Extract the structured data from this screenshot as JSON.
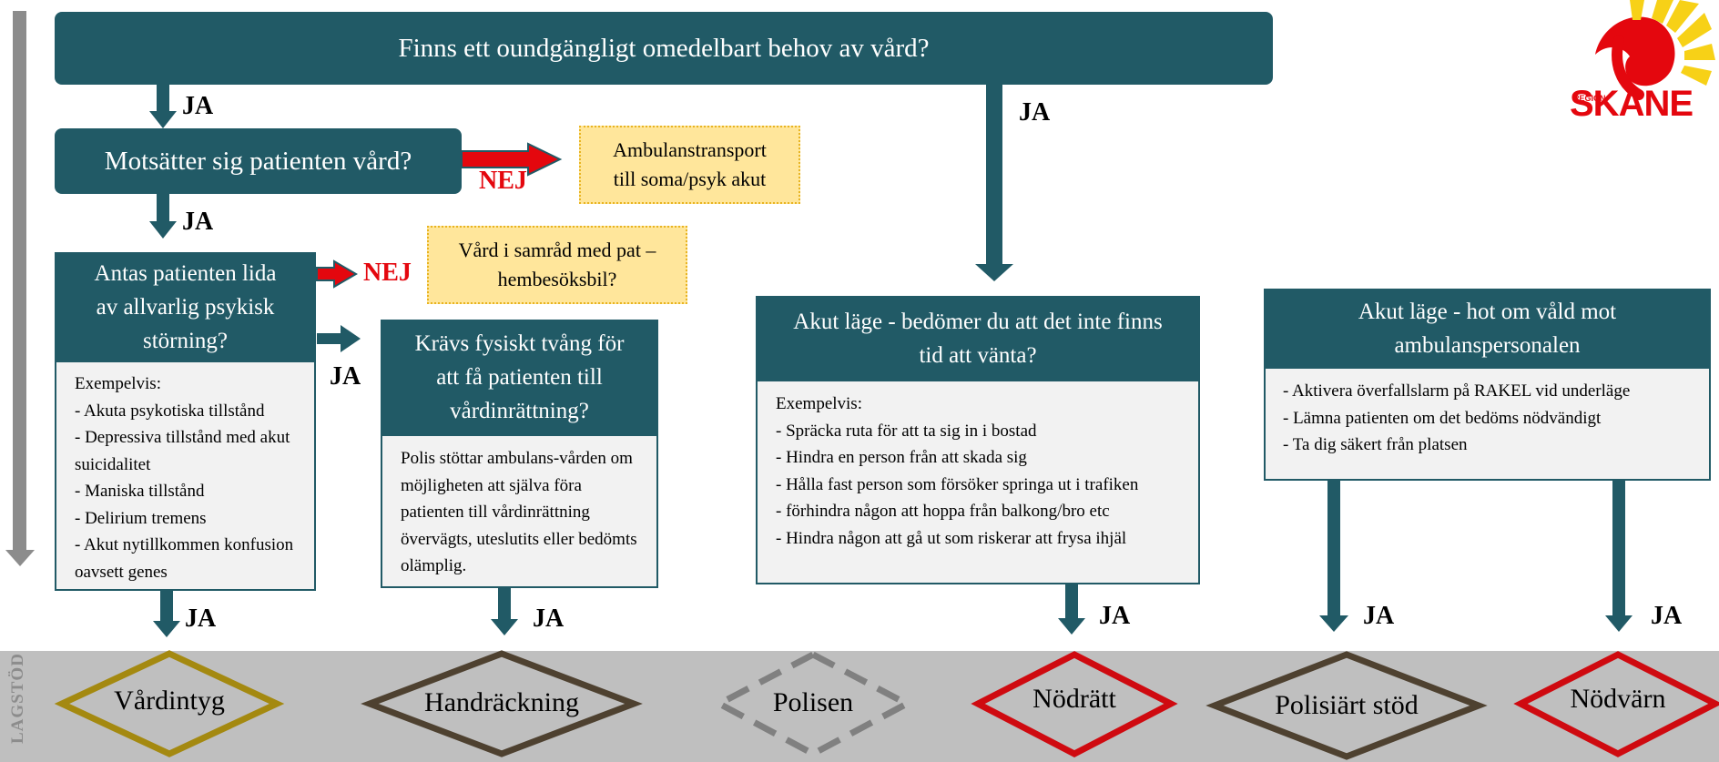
{
  "logo": {
    "small_text": "REGION",
    "big_text": "SKÅNE"
  },
  "side_label": "LAGSTÖD",
  "top_question": "Finns ett oundgängligt omedelbart behov av vård?",
  "q_oppose": "Motsätter sig patienten vård?",
  "box_ambulance": [
    "Ambulanstransport",
    "till soma/psyk akut"
  ],
  "q_psych": [
    "Antas patienten lida",
    "av allvarlig psykisk",
    "störning?"
  ],
  "box_home_visit": [
    "Vård i samråd med pat –",
    "hembesöksbil?"
  ],
  "psych_examples": [
    "Exempelvis:",
    "- Akuta psykotiska tillstånd",
    "- Depressiva tillstånd med akut suicidalitet",
    "-  Maniska tillstånd",
    "- Delirium tremens",
    "- Akut nytillkommen konfusion oavsett genes"
  ],
  "q_force": [
    "Krävs fysiskt tvång för",
    "att få patienten till",
    "vårdinrättning?"
  ],
  "force_text": "Polis stöttar ambulans-vården om möjligheten att själva föra patienten till vårdinrättning övervägts, uteslutits eller bedömts olämplig.",
  "q_acute": [
    "Akut läge - bedömer du att det inte finns",
    "tid att vänta?"
  ],
  "acute_examples": [
    "Exempelvis:",
    "- Spräcka ruta för att ta sig in i bostad",
    "- Hindra en person från att skada sig",
    "- Hålla fast person som försöker springa ut i trafiken",
    "- förhindra någon att hoppa från balkong/bro etc",
    "- Hindra någon att gå ut som riskerar att frysa ihjäl"
  ],
  "q_threat": [
    "Akut läge - hot om våld mot",
    "ambulanspersonalen"
  ],
  "threat_items": [
    "- Aktivera överfallslarm på RAKEL vid underläge",
    "- Lämna patienten om det bedöms nödvändigt",
    "- Ta dig säkert från platsen"
  ],
  "yes_label": "JA",
  "no_label": "NEJ",
  "diamonds": [
    "Vårdintyg",
    "Handräckning",
    "Polisen",
    "Nödrätt",
    "Polisiärt stöd",
    "Nödvärn"
  ],
  "colors": {
    "box": "#215a66",
    "arrow_red": "#e4070e",
    "logo_yellow": "#f7d117",
    "logo_red": "#e4070e",
    "gold": "#a48910",
    "brown": "#4e4130",
    "grey_dash": "#808080",
    "red_diamond": "#cf0a10",
    "band": "#bfbfbf"
  }
}
